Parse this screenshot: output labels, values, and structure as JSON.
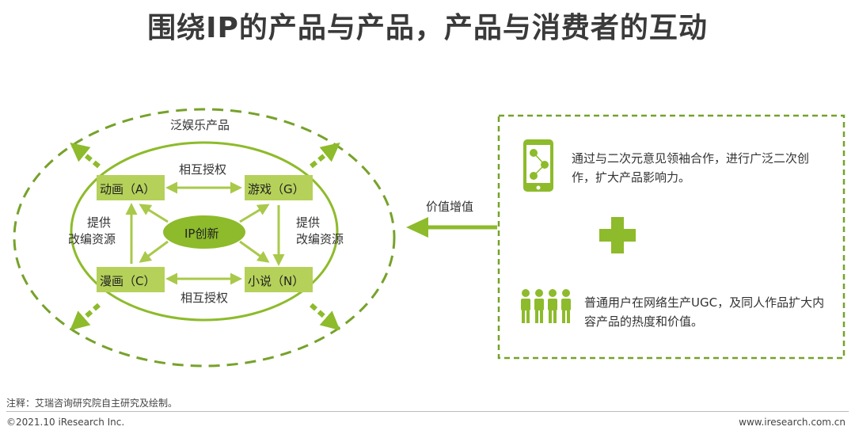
{
  "title": "围绕IP的产品与产品，产品与消费者的互动",
  "diagram": {
    "outer_label": "泛娱乐产品",
    "center_label": "IP创新",
    "nodes": {
      "animation": "动画（A）",
      "game": "游戏（G）",
      "comic": "漫画（C）",
      "novel": "小说（N）"
    },
    "edge_top": "相互授权",
    "edge_bottom": "相互授权",
    "edge_left_line1": "提供",
    "edge_left_line2": "改编资源",
    "edge_right_line1": "提供",
    "edge_right_line2": "改编资源",
    "value_arrow_label": "价值增值"
  },
  "panel": {
    "item1_text": "通过与二次元意见领袖合作，进行广泛二次创作，扩大产品影响力。",
    "item2_text": "普通用户在网络生产UGC，及同人作品扩大内容产品的热度和价值。",
    "item1_icon": "smartphone-network-icon",
    "plus_icon": "plus-icon",
    "item2_icon": "people-group-icon"
  },
  "note": "注释：艾瑞咨询研究院自主研究及绘制。",
  "footer": {
    "copyright": "©2021.10 iResearch Inc.",
    "website": "www.iresearch.com.cn"
  },
  "colors": {
    "accent": "#8dbb2b",
    "box_fill": "#b5d15a",
    "dash": "#76a22a"
  }
}
